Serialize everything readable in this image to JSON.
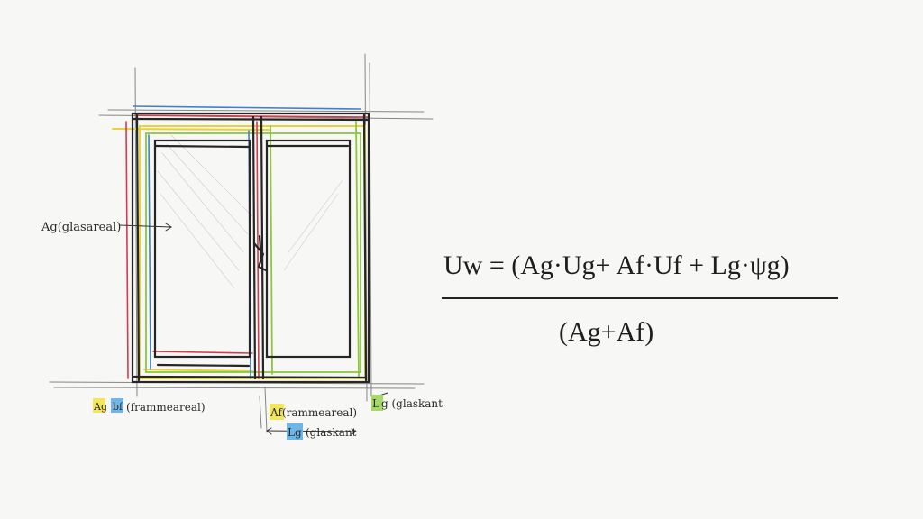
{
  "diagram": {
    "labels": {
      "glass_area": "Ag(glasareal)",
      "bottom_left_ag": "Ag",
      "bottom_left_bf": "bf",
      "bottom_left_frame": "(frammeareal)",
      "bottom_mid_af": "Af(rammeareal)",
      "bottom_mid_lg": "Lg",
      "bottom_mid_lg_text": "(glaskant",
      "bottom_right_lg": "L",
      "bottom_right_lg_text": "g (glaskant"
    },
    "formula": {
      "numerator": "Uw = (Ag·Ug+ Af·Uf + Lg·ψg)",
      "denominator": "(Ag+Af)"
    },
    "colors": {
      "ink": "#262626",
      "yellow": "#e6d23c",
      "green": "#8cc63f",
      "red": "#d83a4a",
      "blue": "#3d7fd1",
      "highlight_yellow": "#f3e65a",
      "highlight_blue": "#6fb6e8",
      "highlight_green": "#a6d86a"
    }
  }
}
